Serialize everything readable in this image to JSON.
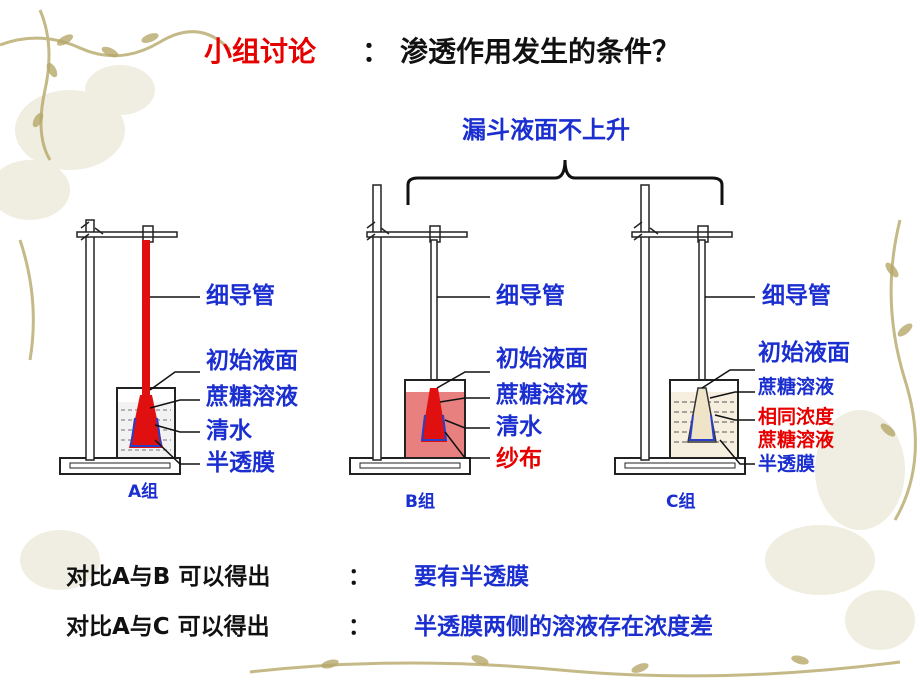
{
  "title": {
    "prefix": "小组讨论",
    "separator": "：",
    "question": "渗透作用发生的条件？"
  },
  "brace_label": "漏斗液面不上升",
  "groups": {
    "a": {
      "name": "A组",
      "labels": [
        "细导管",
        "初始液面",
        "蔗糖溶液",
        "清水",
        "半透膜"
      ]
    },
    "b": {
      "name": "B组",
      "labels": [
        "细导管",
        "初始液面",
        "蔗糖溶液",
        "清水",
        "纱布"
      ]
    },
    "c": {
      "name": "C组",
      "labels": [
        "细导管",
        "初始液面",
        "蔗糖溶液",
        "相同浓度",
        "蔗糖溶液",
        "半透膜"
      ]
    }
  },
  "conclusions": [
    {
      "question": "对比A与B 可以得出",
      "colon": "：",
      "answer": "要有半透膜"
    },
    {
      "question": "对比A与C 可以得出",
      "colon": "：",
      "answer": "半透膜两侧的溶液存在浓度差"
    }
  ],
  "colors": {
    "title_red": "#e60000",
    "label_blue": "#1b2fd0",
    "solution_red": "#e01010",
    "gauze_water": "#e88080",
    "membrane_blue": "#2a3fc8"
  }
}
